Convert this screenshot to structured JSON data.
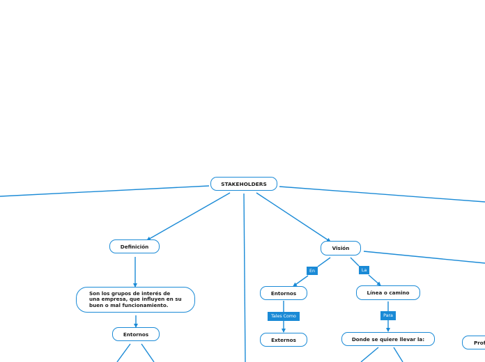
{
  "colors": {
    "line": "#1a8ad6",
    "node_border": "#1a8ad6",
    "connector_fill": "#1a8ad6",
    "text": "#1b1b1b"
  },
  "nodes": {
    "root": "STAKEHOLDERS",
    "definicion": "Definición",
    "definicion_text": "Son los grupos de interés de una empresa, que influyen en su buen o mal funcionamiento.",
    "entornos_left": "Entornos",
    "vision": "Visión",
    "entornos_right": "Entornos",
    "externos": "Externos",
    "linea_camino": "Línea o camino",
    "donde": "Donde se quiere llevar la:",
    "prof_partial": "Prof"
  },
  "connectors": {
    "en": "En",
    "la": "La",
    "tales_como": "Tales Como",
    "para": "Para"
  }
}
